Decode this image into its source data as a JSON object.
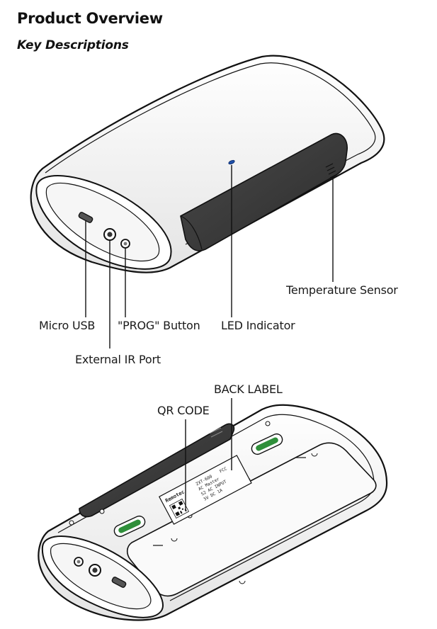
{
  "header": {
    "title": "Product Overview",
    "subtitle": "Key Descriptions"
  },
  "top_callouts": {
    "micro_usb": "Micro USB",
    "prog_button": "\"PROG\" Button",
    "led_indicator": "LED Indicator",
    "external_ir_port": "External IR Port",
    "temperature_sensor": "Temperature Sensor"
  },
  "bottom_callouts": {
    "back_label": "BACK LABEL",
    "qr_code": "QR CODE"
  },
  "back_label_text": {
    "brand": "Remotec",
    "lines": [
      "ZXT-600",
      "AC Master",
      "S2 AC INPUT",
      "5V DC 1A",
      "FCC"
    ]
  },
  "colors": {
    "outline": "#111111",
    "body_fill": "#ffffff",
    "shell_shade": "#eeeeee",
    "ir_window": "#3d3d3d",
    "led": "#1e4fa8",
    "mount_green": "#2f8f3a"
  }
}
